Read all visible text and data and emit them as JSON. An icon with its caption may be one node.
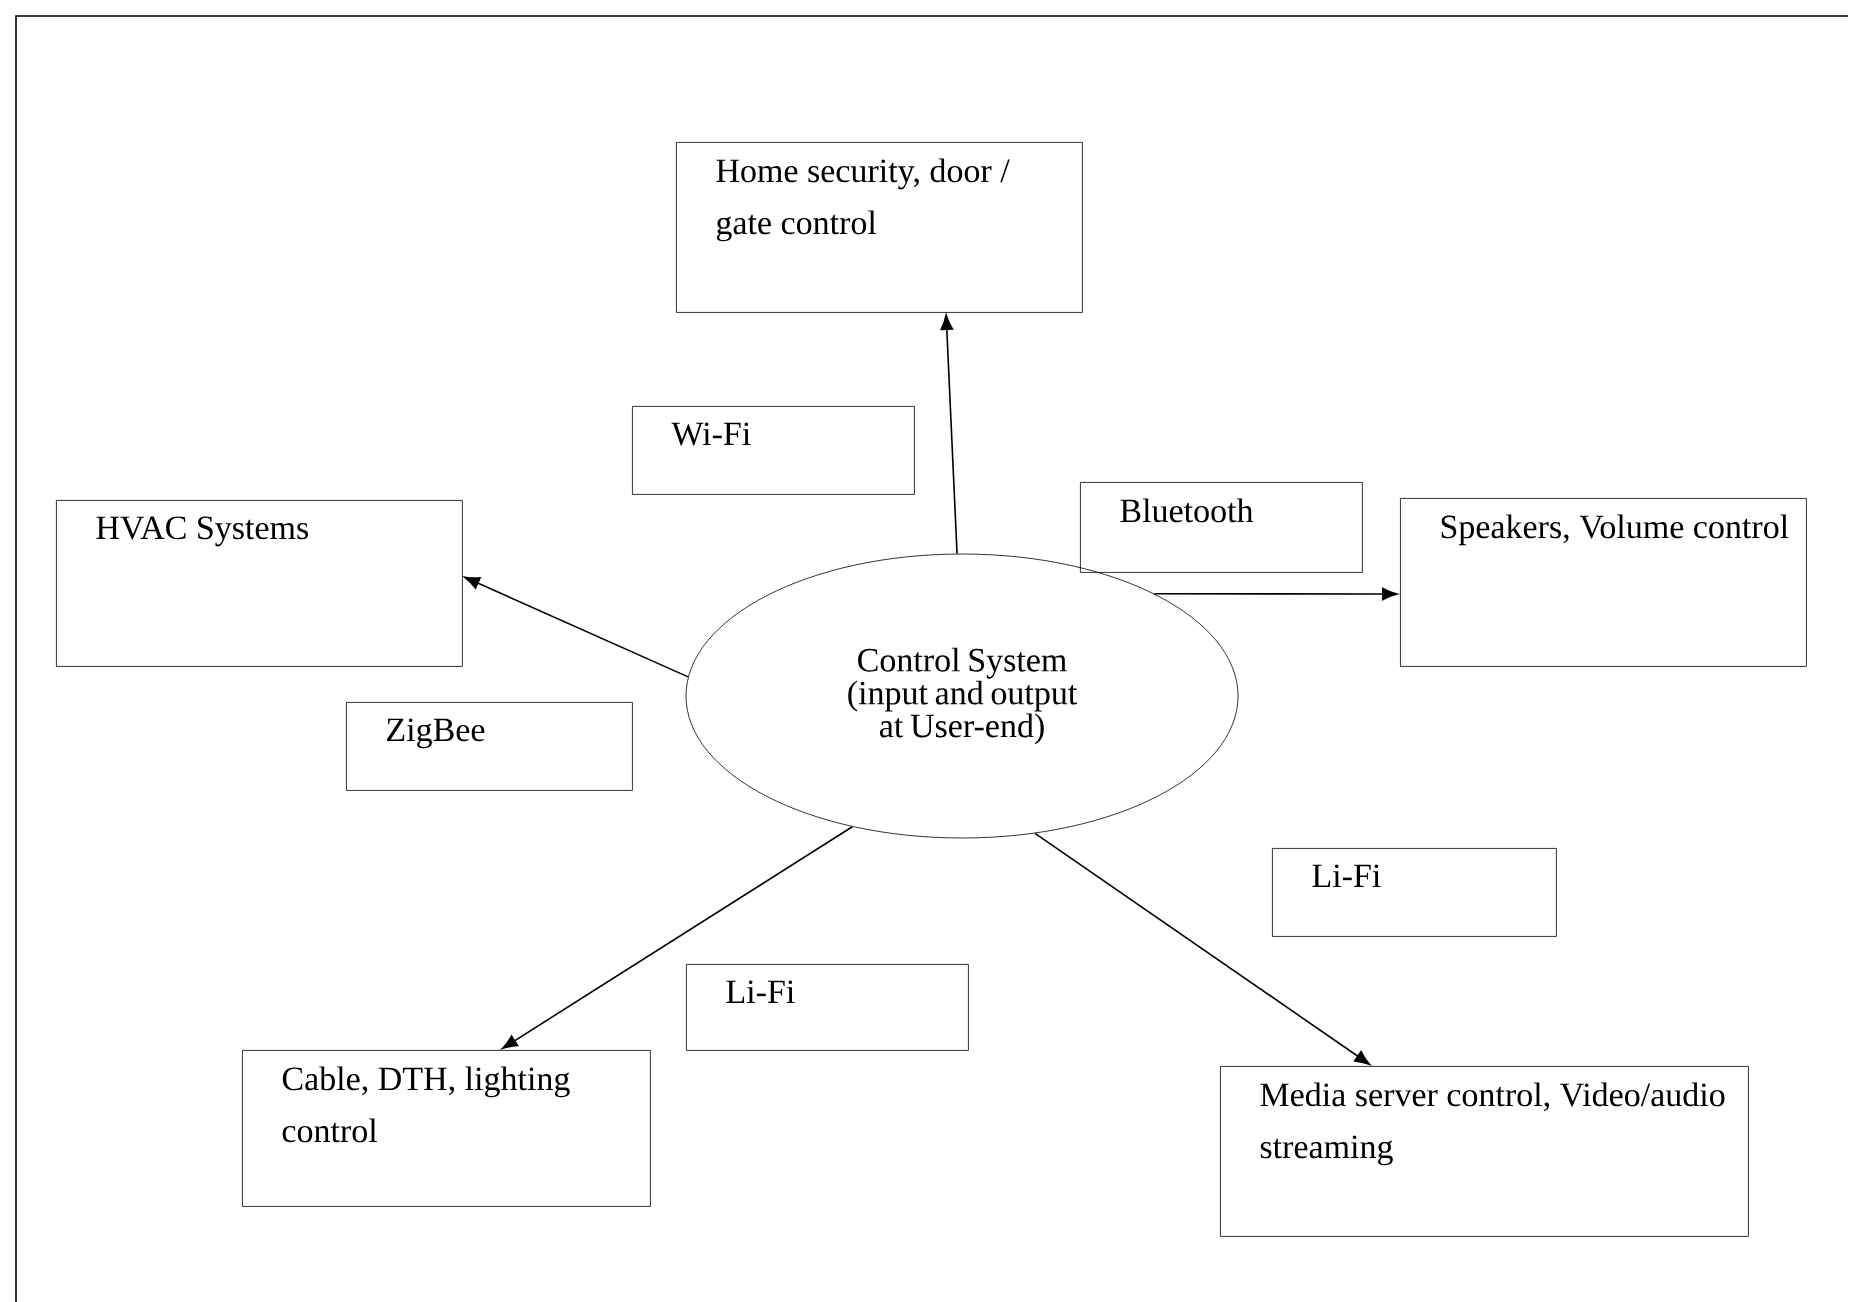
{
  "diagram": {
    "nodes": [
      {
        "text": [
          "Home security, door / gate control"
        ]
      },
      {
        "text": [
          "Wi-Fi"
        ]
      },
      {
        "text": [
          "Bluetooth"
        ]
      },
      {
        "text": [
          "HVAC Systems"
        ]
      },
      {
        "text": [
          "Speakers, Volume control"
        ]
      },
      {
        "text": [
          "Control System (input and output at User-end)"
        ]
      },
      {
        "text": [
          "ZigBee"
        ]
      },
      {
        "text": [
          "Li-Fi"
        ]
      },
      {
        "text": [
          "Li-Fi"
        ]
      },
      {
        "text": [
          "Cable, DTH, lighting control"
        ]
      },
      {
        "text": [
          "Media server control, Video/audio streaming"
        ]
      }
    ],
    "edges": [
      {
        "from": 5,
        "to": 0,
        "arrow": "to"
      },
      {
        "from": 5,
        "to": 3,
        "arrow": "to"
      },
      {
        "from": 5,
        "to": 4,
        "arrow": "to"
      },
      {
        "from": 5,
        "to": 9,
        "arrow": "to"
      },
      {
        "from": 5,
        "to": 10,
        "arrow": "to"
      }
    ]
  }
}
